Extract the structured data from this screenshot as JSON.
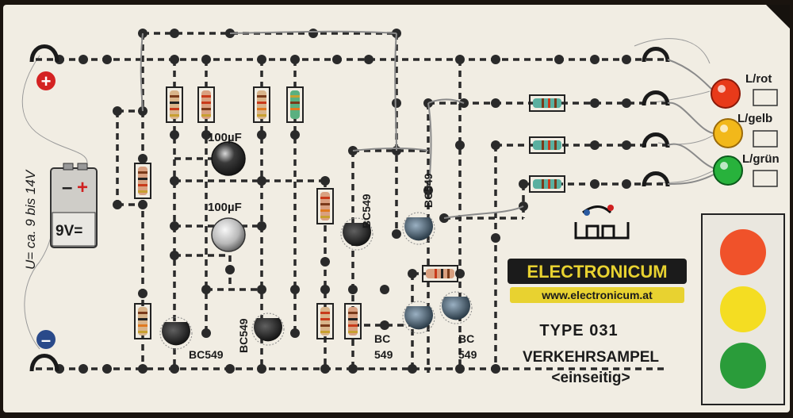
{
  "polarity": {
    "plus": "+",
    "minus": "–"
  },
  "battery": {
    "label": "9V=",
    "plus": "+",
    "minus": "–"
  },
  "voltage_range": "U= ca. 9 bis 14V",
  "capacitors": [
    {
      "label": "100µF"
    },
    {
      "label": "100µF"
    }
  ],
  "transistors": [
    {
      "label": "BC549"
    },
    {
      "label": "BC549"
    },
    {
      "label": "BC549"
    },
    {
      "label": "BC549"
    },
    {
      "label": "BC"
    },
    {
      "label": "549"
    },
    {
      "label": "BC"
    },
    {
      "label": "549"
    }
  ],
  "leds": [
    {
      "label": "L/rot",
      "color": "#e83a1a"
    },
    {
      "label": "L/gelb",
      "color": "#f2b81a"
    },
    {
      "label": "L/grün",
      "color": "#28b23c"
    }
  ],
  "brand": {
    "name": "ELECTRONICUM",
    "url": "www.electronicum.at",
    "accent": "#e8d230"
  },
  "type_label": "TYPE  031",
  "title": "VERKEHRSAMPEL",
  "subtitle": "<einseitig>",
  "traffic_light": {
    "colors": [
      "#f0522a",
      "#f4dd22",
      "#2a9c3a"
    ]
  },
  "colors": {
    "board": "#f1ede3",
    "trace": "#2b2b2b",
    "frame": "#16120e"
  }
}
